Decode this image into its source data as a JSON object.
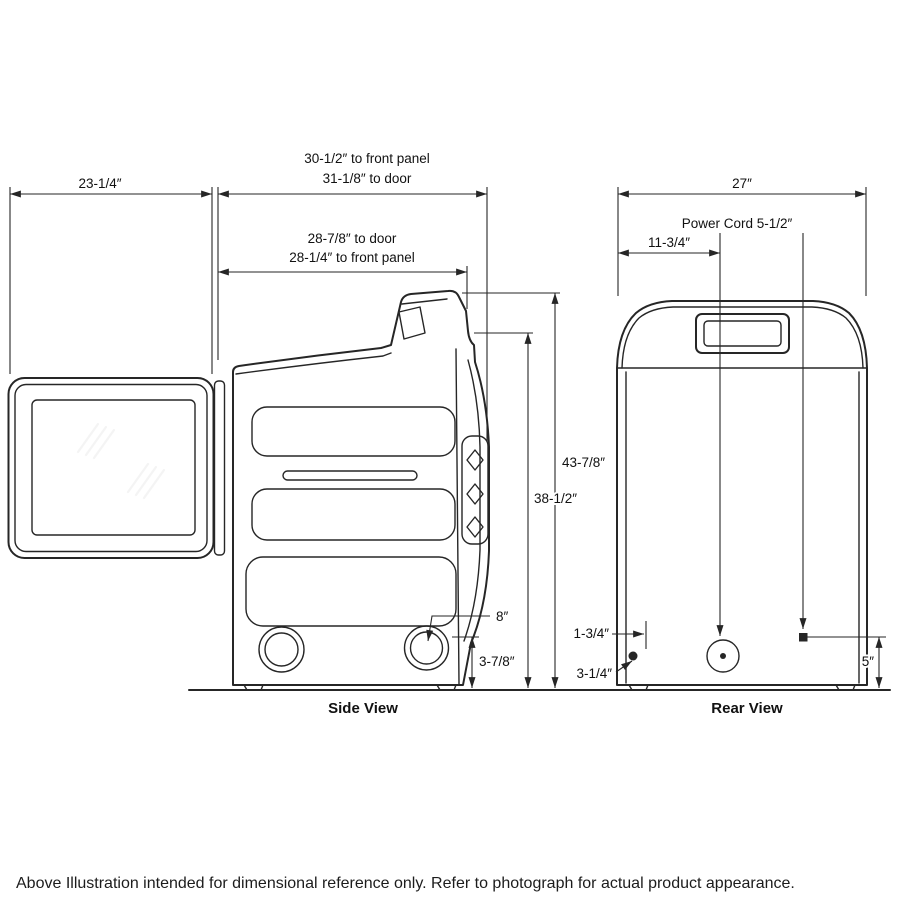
{
  "colors": {
    "ink": "#262626",
    "glass_fill": "#c9c9c9"
  },
  "side_view": {
    "caption": "Side View",
    "dims": {
      "depth_to_front_panel": "30-1/2″ to front panel",
      "depth_to_door": "31-1/8″ to door",
      "door_width": "23-1/4″",
      "body_to_door": "28-7/8″ to door",
      "body_to_front_panel": "28-1/4″ to front panel",
      "height_total": "43-7/8″",
      "height_body": "38-1/2″",
      "drum_offset": "8″",
      "base_height": "3-7/8″"
    }
  },
  "rear_view": {
    "caption": "Rear View",
    "dims": {
      "width": "27″",
      "power_cord": "Power Cord 5-1/2″",
      "cord_offset": "11-3/4″",
      "left_offset": "1-3/4″",
      "bottom_offset": "3-1/4″",
      "outlet_height": "5″"
    }
  },
  "footer": {
    "note": "Above Illustration intended for dimensional reference only. Refer to photograph for actual product appearance."
  }
}
